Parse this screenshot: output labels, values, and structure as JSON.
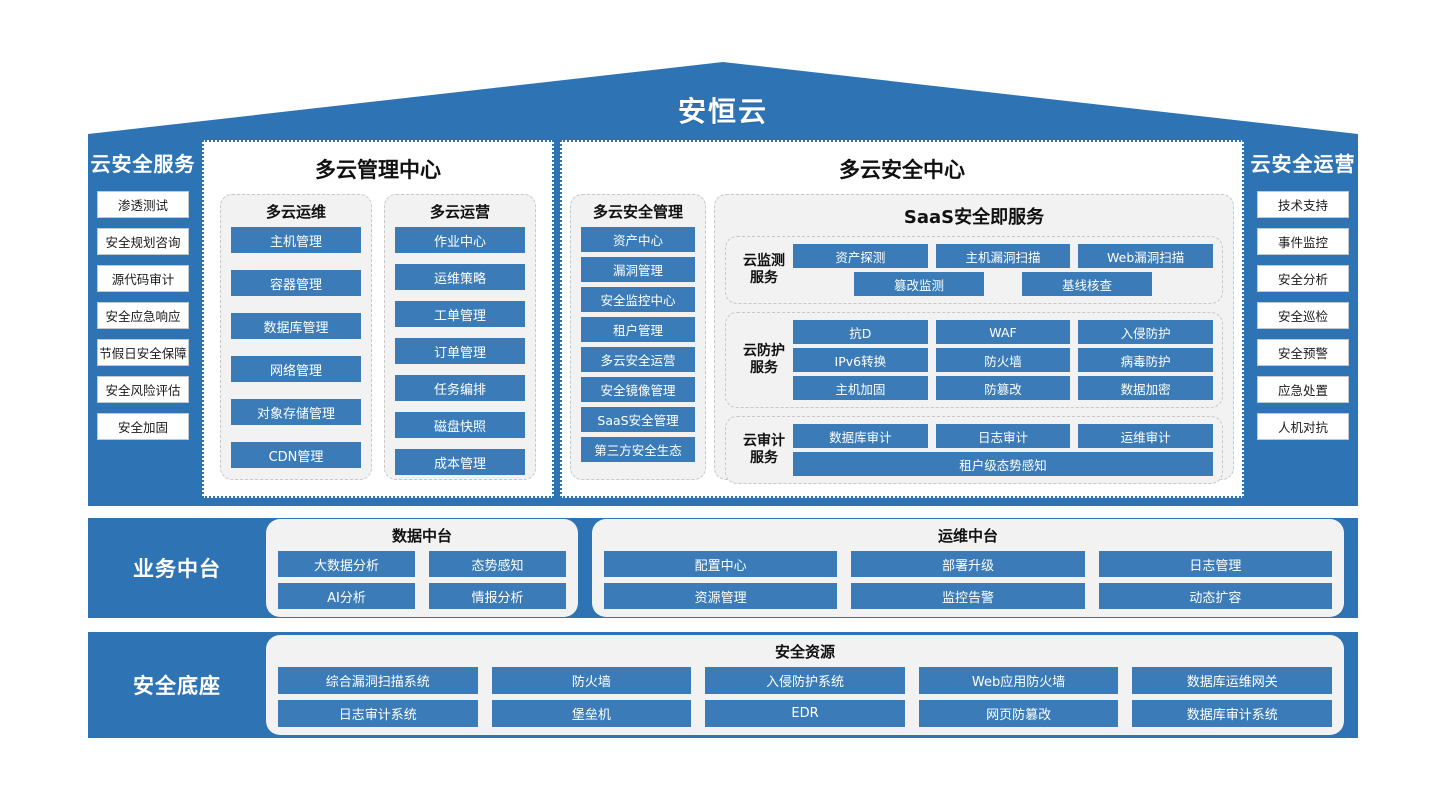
{
  "roof": {
    "title": "安恒云"
  },
  "left_panel": {
    "title": "云安全服务",
    "items": [
      "渗透测试",
      "安全规划咨询",
      "源代码审计",
      "安全应急响应",
      "节假日安全保障",
      "安全风险评估",
      "安全加固"
    ]
  },
  "right_panel": {
    "title": "云安全运营",
    "items": [
      "技术支持",
      "事件监控",
      "安全分析",
      "安全巡检",
      "安全预警",
      "应急处置",
      "人机对抗"
    ]
  },
  "mgmt_center": {
    "title": "多云管理中心",
    "groups": [
      {
        "title": "多云运维",
        "items": [
          "主机管理",
          "容器管理",
          "数据库管理",
          "网络管理",
          "对象存储管理",
          "CDN管理"
        ]
      },
      {
        "title": "多云运营",
        "items": [
          "作业中心",
          "运维策略",
          "工单管理",
          "订单管理",
          "任务编排",
          "磁盘快照",
          "成本管理"
        ]
      }
    ]
  },
  "security_center": {
    "title": "多云安全中心",
    "sec_mgmt": {
      "title": "多云安全管理",
      "items": [
        "资产中心",
        "漏洞管理",
        "安全监控中心",
        "租户管理",
        "多云安全运营",
        "安全镜像管理",
        "SaaS安全管理",
        "第三方安全生态"
      ]
    },
    "saas": {
      "title": "SaaS安全即服务",
      "groups": [
        {
          "label": "云监测\n服务",
          "label_line1": "云监测",
          "label_line2": "服务",
          "rows": [
            {
              "layout": "full",
              "items": [
                "资产探测",
                "主机漏洞扫描",
                "Web漏洞扫描"
              ]
            },
            {
              "layout": "centered",
              "items": [
                "篡改监测",
                "基线核查"
              ]
            }
          ]
        },
        {
          "label_line1": "云防护",
          "label_line2": "服务",
          "rows": [
            {
              "layout": "full",
              "items": [
                "抗D",
                "WAF",
                "入侵防护"
              ]
            },
            {
              "layout": "full",
              "items": [
                "IPv6转换",
                "防火墙",
                "病毒防护"
              ]
            },
            {
              "layout": "full",
              "items": [
                "主机加固",
                "防篡改",
                "数据加密"
              ]
            }
          ]
        },
        {
          "label_line1": "云审计",
          "label_line2": "服务",
          "rows": [
            {
              "layout": "full",
              "items": [
                "数据库审计",
                "日志审计",
                "运维审计"
              ]
            },
            {
              "layout": "full",
              "items": [
                "租户级态势感知"
              ]
            }
          ]
        }
      ]
    }
  },
  "business_band": {
    "label": "业务中台",
    "cards": [
      {
        "title": "数据中台",
        "items": [
          "大数据分析",
          "态势感知",
          "AI分析",
          "情报分析"
        ],
        "cols": 2
      },
      {
        "title": "运维中台",
        "items": [
          "配置中心",
          "部署升级",
          "日志管理",
          "资源管理",
          "监控告警",
          "动态扩容"
        ],
        "cols": 3
      }
    ]
  },
  "base_band": {
    "label": "安全底座",
    "cards": [
      {
        "title": "安全资源",
        "items": [
          "综合漏洞扫描系统",
          "防火墙",
          "入侵防护系统",
          "Web应用防火墙",
          "数据库运维网关",
          "日志审计系统",
          "堡垒机",
          "EDR",
          "网页防篡改",
          "数据库审计系统"
        ],
        "cols": 5
      }
    ]
  },
  "colors": {
    "panel_blue": "#2e74b5",
    "button_blue": "#3b7cb8",
    "group_grey": "#f2f2f2",
    "white": "#ffffff"
  }
}
